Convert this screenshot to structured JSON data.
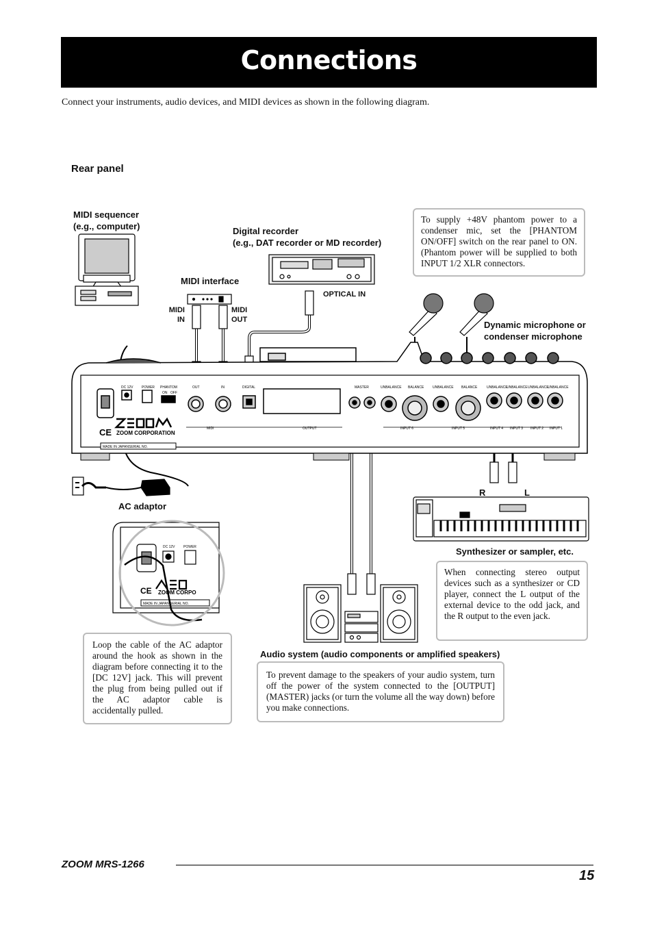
{
  "page": {
    "title": "Connections",
    "intro": "Connect your instruments, audio devices, and MIDI devices as shown in the following diagram.",
    "section_label": "Rear panel",
    "footer_model": "ZOOM MRS-1266",
    "page_number": "15"
  },
  "labels": {
    "midi_sequencer": [
      "MIDI sequencer",
      "(e.g., computer)"
    ],
    "digital_recorder": [
      "Digital recorder",
      "(e.g., DAT recorder or MD recorder)"
    ],
    "midi_interface": "MIDI interface",
    "midi_in": [
      "MIDI",
      "IN"
    ],
    "midi_out": [
      "MIDI",
      "OUT"
    ],
    "optical_in": "OPTICAL IN",
    "dynamic_mic": [
      "Dynamic microphone or",
      "condenser microphone"
    ],
    "ac_adaptor": "AC adaptor",
    "synth": "Synthesizer or sampler, etc.",
    "audio_system": "Audio system (audio components or amplified speakers)",
    "r": "R",
    "l": "L"
  },
  "panel_text": {
    "dc12v": "DC 12V",
    "power": "POWER",
    "phantom": "PHANTOM",
    "on": "ON",
    "off": "OFF",
    "out": "OUT",
    "in": "IN",
    "digital": "DIGITAL",
    "master": "MASTER",
    "unbalance": "UNBALANCE",
    "balance": "BALANCE",
    "midi": "MIDI",
    "output": "OUTPUT",
    "input1": "INPUT 1",
    "input2": "INPUT 2",
    "input3": "INPUT 3",
    "input4": "INPUT 4",
    "input5": "INPUT 5",
    "input6": "INPUT 6",
    "brand": "ZOOM CORPORATION",
    "brand_inset": "ZOOM CORPO",
    "made_in": "MADE IN JAPAN",
    "serial": "SERIAL NO.",
    "ce": "CE"
  },
  "notes": {
    "phantom": "To supply +48V phantom power to a condenser mic, set the [PHANTOM ON/OFF] switch on the rear panel to ON. (Phantom power will be supplied to both INPUT 1/2 XLR connectors.",
    "stereo": "When connecting stereo output devices such as a synthesizer or CD player, connect the L output of the external device to the odd jack, and the R output to the even jack.",
    "loop": "Loop the cable of the AC adaptor around the hook as shown in the diagram before connecting it to the [DC 12V] jack. This will prevent the plug from being pulled out if the AC adaptor cable is accidentally pulled.",
    "speakers": "To prevent damage to the speakers of your audio system, turn off the power of the system connected to the [OUTPUT] (MASTER) jacks (or turn the volume all the way down) before you make connections."
  }
}
